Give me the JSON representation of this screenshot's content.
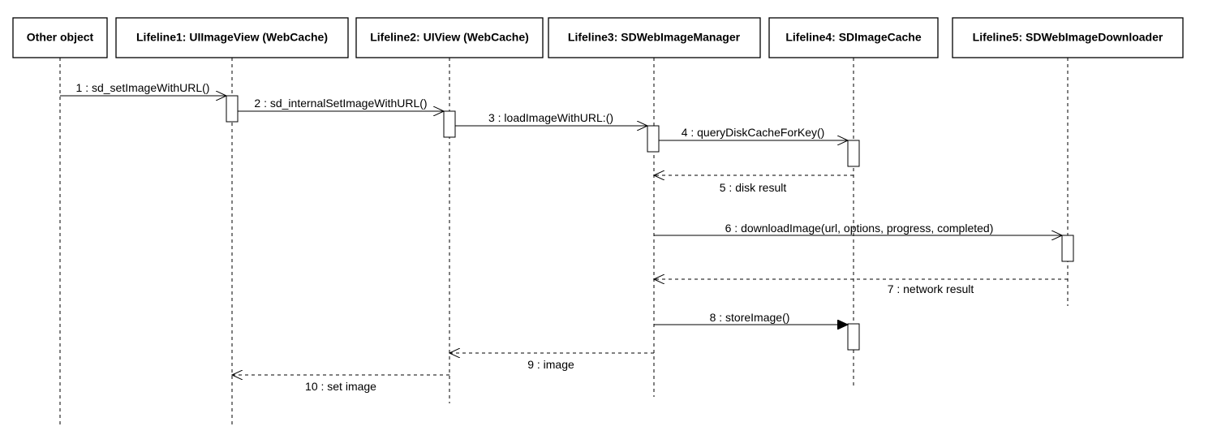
{
  "lifelines": [
    {
      "id": "other",
      "label": "Other object"
    },
    {
      "id": "l1",
      "label": "Lifeline1: UIImageView (WebCache)"
    },
    {
      "id": "l2",
      "label": "Lifeline2: UIView (WebCache)"
    },
    {
      "id": "l3",
      "label": "Lifeline3: SDWebImageManager"
    },
    {
      "id": "l4",
      "label": "Lifeline4: SDImageCache"
    },
    {
      "id": "l5",
      "label": "Lifeline5: SDWebImageDownloader"
    }
  ],
  "messages": [
    {
      "label": "1 : sd_setImageWithURL()",
      "from": "other",
      "to": "l1",
      "kind": "async"
    },
    {
      "label": "2 : sd_internalSetImageWithURL()",
      "from": "l1",
      "to": "l2",
      "kind": "async"
    },
    {
      "label": "3 : loadImageWithURL:()",
      "from": "l2",
      "to": "l3",
      "kind": "async"
    },
    {
      "label": "4 : queryDiskCacheForKey()",
      "from": "l3",
      "to": "l4",
      "kind": "async"
    },
    {
      "label": "5 : disk result",
      "from": "l4",
      "to": "l3",
      "kind": "return"
    },
    {
      "label": "6 : downloadImage(url, options, progress, completed)",
      "from": "l3",
      "to": "l5",
      "kind": "async"
    },
    {
      "label": "7 : network result",
      "from": "l5",
      "to": "l3",
      "kind": "return"
    },
    {
      "label": "8 : storeImage()",
      "from": "l3",
      "to": "l4",
      "kind": "sync"
    },
    {
      "label": "9 : image",
      "from": "l3",
      "to": "l2",
      "kind": "return"
    },
    {
      "label": "10 : set image",
      "from": "l2",
      "to": "l1",
      "kind": "return"
    }
  ]
}
